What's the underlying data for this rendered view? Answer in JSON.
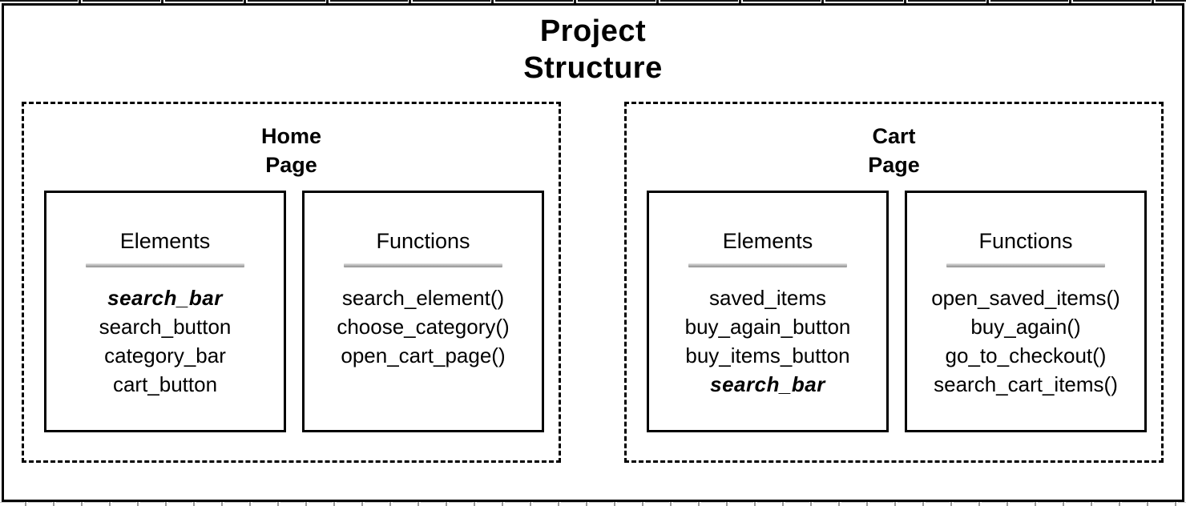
{
  "diagram": {
    "title": "Project\nStructure",
    "pages": [
      {
        "name": "Home\nPage",
        "sections": [
          {
            "header": "Elements",
            "items": [
              {
                "text": "search_bar",
                "emphasis": true
              },
              {
                "text": "search_button",
                "emphasis": false
              },
              {
                "text": "category_bar",
                "emphasis": false
              },
              {
                "text": "cart_button",
                "emphasis": false
              }
            ]
          },
          {
            "header": "Functions",
            "items": [
              {
                "text": "search_element()",
                "emphasis": false
              },
              {
                "text": "choose_category()",
                "emphasis": false
              },
              {
                "text": "open_cart_page()",
                "emphasis": false
              }
            ]
          }
        ]
      },
      {
        "name": "Cart\nPage",
        "sections": [
          {
            "header": "Elements",
            "items": [
              {
                "text": "saved_items",
                "emphasis": false
              },
              {
                "text": "buy_again_button",
                "emphasis": false
              },
              {
                "text": "buy_items_button",
                "emphasis": false
              },
              {
                "text": "search_bar",
                "emphasis": true
              }
            ]
          },
          {
            "header": "Functions",
            "items": [
              {
                "text": "open_saved_items()",
                "emphasis": false
              },
              {
                "text": "buy_again()",
                "emphasis": false
              },
              {
                "text": "go_to_checkout()",
                "emphasis": false
              },
              {
                "text": "search_cart_items()",
                "emphasis": false
              }
            ]
          }
        ]
      }
    ]
  }
}
